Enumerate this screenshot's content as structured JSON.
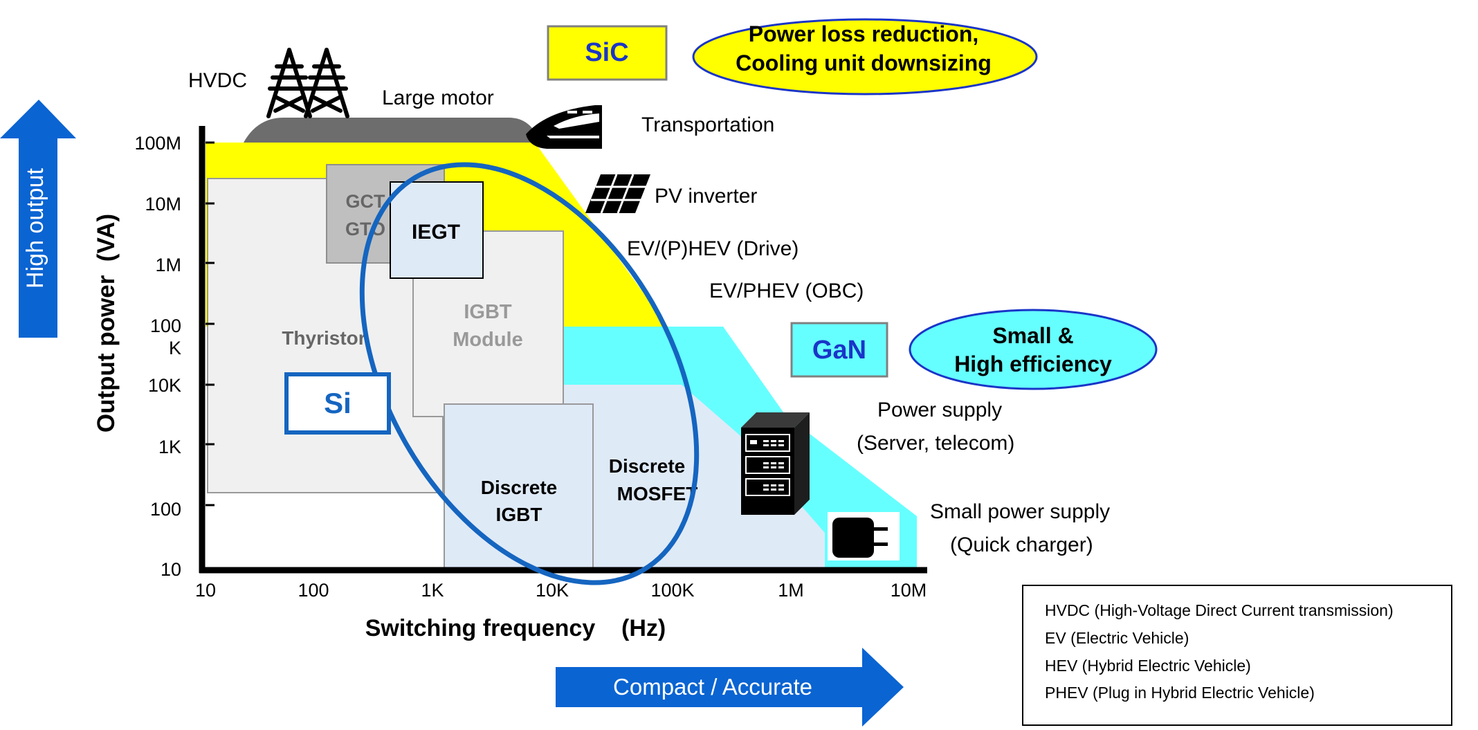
{
  "axes": {
    "y_title": "Output power  (VA)",
    "x_title": "Switching frequency    (Hz)",
    "y_ticks": [
      "100M",
      "10M",
      "1M",
      "100",
      "K",
      "10K",
      "1K",
      "100",
      "10"
    ],
    "x_ticks": [
      "10",
      "100",
      "1K",
      "10K",
      "100K",
      "1M",
      "10M"
    ]
  },
  "arrows": {
    "vertical": "High output",
    "horizontal": "Compact / Accurate"
  },
  "callouts": {
    "sic_label": "SiC",
    "sic_ellipse_line1": "Power loss reduction,",
    "sic_ellipse_line2": "Cooling unit downsizing",
    "gan_label": "GaN",
    "gan_ellipse_line1": "Small &",
    "gan_ellipse_line2": "High efficiency",
    "si_label": "Si"
  },
  "devices": {
    "gct_line1": "GCT",
    "gct_line2": "GTO",
    "iegt": "IEGT",
    "thyristor": "Thyristor",
    "igbt_module_line1": "IGBT",
    "igbt_module_line2": "Module",
    "discrete_igbt_line1": "Discrete",
    "discrete_igbt_line2": "IGBT",
    "discrete_mosfet_line1": "Discrete",
    "discrete_mosfet_line2": "MOSFET"
  },
  "applications": {
    "hvdc": "HVDC",
    "large_motor": "Large motor",
    "transportation": "Transportation",
    "pv_inverter": "PV inverter",
    "ev_drive": "EV/(P)HEV (Drive)",
    "ev_obc": "EV/PHEV (OBC)",
    "power_supply_line1": "Power supply",
    "power_supply_line2": "(Server, telecom)",
    "small_supply_line1": "Small power supply",
    "small_supply_line2": "(Quick charger)"
  },
  "legend": [
    "HVDC (High-Voltage Direct Current transmission)",
    "EV (Electric Vehicle)",
    "HEV (Hybrid Electric Vehicle)",
    "PHEV (Plug in Hybrid Electric Vehicle)"
  ],
  "colors": {
    "sic_yellow": "#ffff00",
    "gan_cyan": "#66ffff",
    "si_blue": "#1565c0",
    "arrow_blue": "#0a64d2",
    "motor_gray": "#6d6d6d",
    "device_gray": "#c0c0c0",
    "light_gray": "#f0f0f0",
    "light_blue": "#dfeaf7"
  }
}
